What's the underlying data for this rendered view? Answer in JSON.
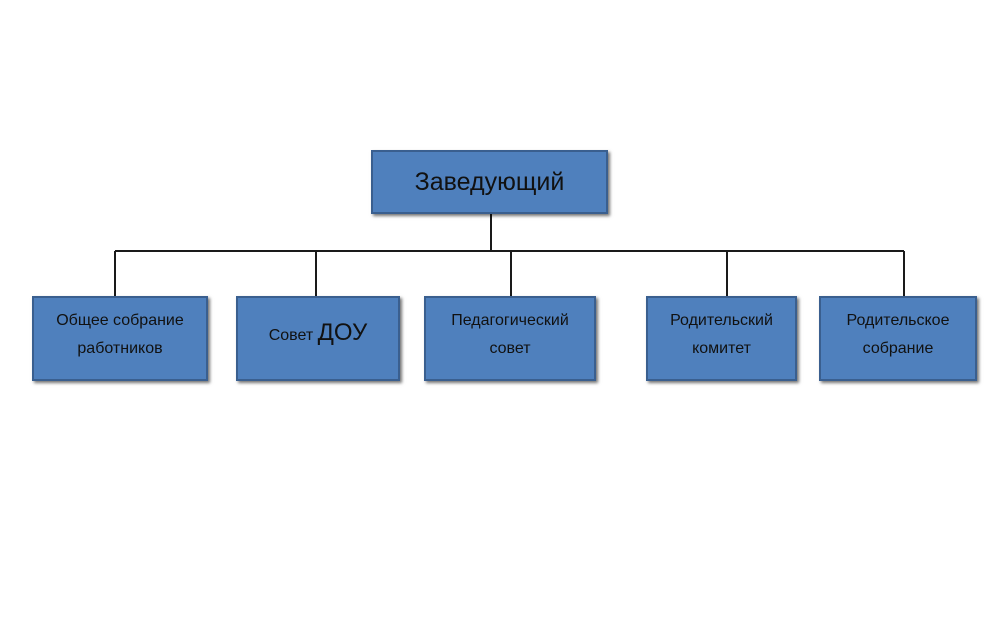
{
  "diagram": {
    "root": {
      "label": "Заведующий"
    },
    "children": [
      {
        "lines": [
          "Общее собрание",
          "работников"
        ]
      },
      {
        "prefix": "Совет ",
        "emphasis": "ДОУ"
      },
      {
        "lines": [
          "Педагогический",
          "совет"
        ]
      },
      {
        "lines": [
          "Родительский",
          "комитет"
        ]
      },
      {
        "lines": [
          "Родительское",
          "собрание"
        ]
      }
    ]
  },
  "colors": {
    "node_fill": "#4f80bd",
    "node_border": "#3a5f8f",
    "connector": "#1a1a1a",
    "text": "#111111"
  }
}
